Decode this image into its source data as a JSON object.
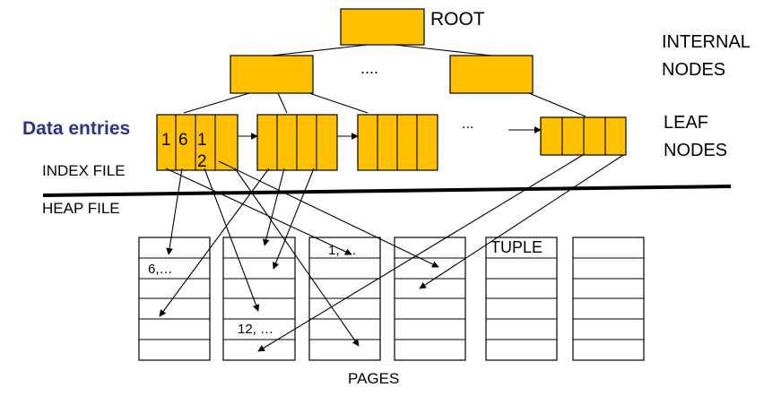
{
  "labels": {
    "root": "ROOT",
    "internal_nodes_1": "INTERNAL",
    "internal_nodes_2": "NODES",
    "leaf_nodes_1": "LEAF",
    "leaf_nodes_2": "NODES",
    "data_entries": "Data entries",
    "index_file": "INDEX FILE",
    "heap_file": "HEAP FILE",
    "pages": "PAGES",
    "ellipsis_internal": "....",
    "ellipsis_leaf": "..."
  },
  "leaf1": {
    "entry1": "1",
    "entry2": "6",
    "entry3a": "1",
    "entry3b": "2"
  },
  "page_texts": {
    "p1": "6,…",
    "p2": "12, …",
    "p3": "1, …",
    "p5": "TUPLE"
  },
  "colors": {
    "node": "#ffc000",
    "data_entries": "#2e3192"
  }
}
